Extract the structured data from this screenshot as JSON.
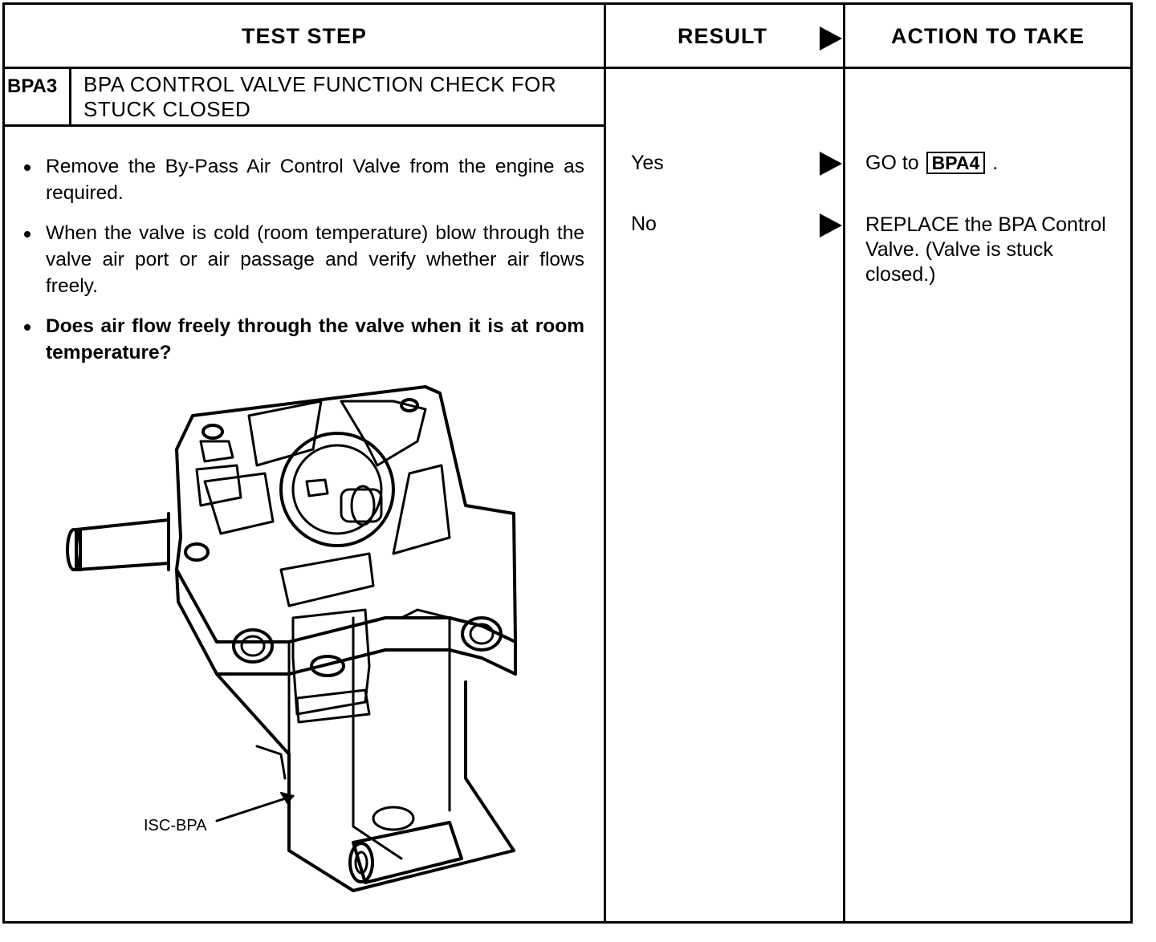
{
  "headers": {
    "test_step": "TEST STEP",
    "result": "RESULT",
    "action": "ACTION TO TAKE"
  },
  "step": {
    "id": "BPA3",
    "title_line1": "BPA CONTROL VALVE FUNCTION CHECK FOR",
    "title_line2": "STUCK CLOSED",
    "bullets": [
      "Remove the By-Pass Air Control Valve from the engine as required.",
      "When the valve is cold (room temperature) blow through the valve air port or air passage and verify whether air flows freely.",
      "Does air flow freely through the valve when it is at room temperature?"
    ]
  },
  "results": [
    {
      "label": "Yes",
      "action_prefix": "GO to",
      "action_ref": "BPA4",
      "action_suffix": "."
    },
    {
      "label": "No",
      "action": "REPLACE the BPA Control Valve. (Valve is stuck closed.)"
    }
  ],
  "diagram": {
    "callout": "ISC-BPA",
    "icon": "bypass-air-control-valve-illustration"
  }
}
